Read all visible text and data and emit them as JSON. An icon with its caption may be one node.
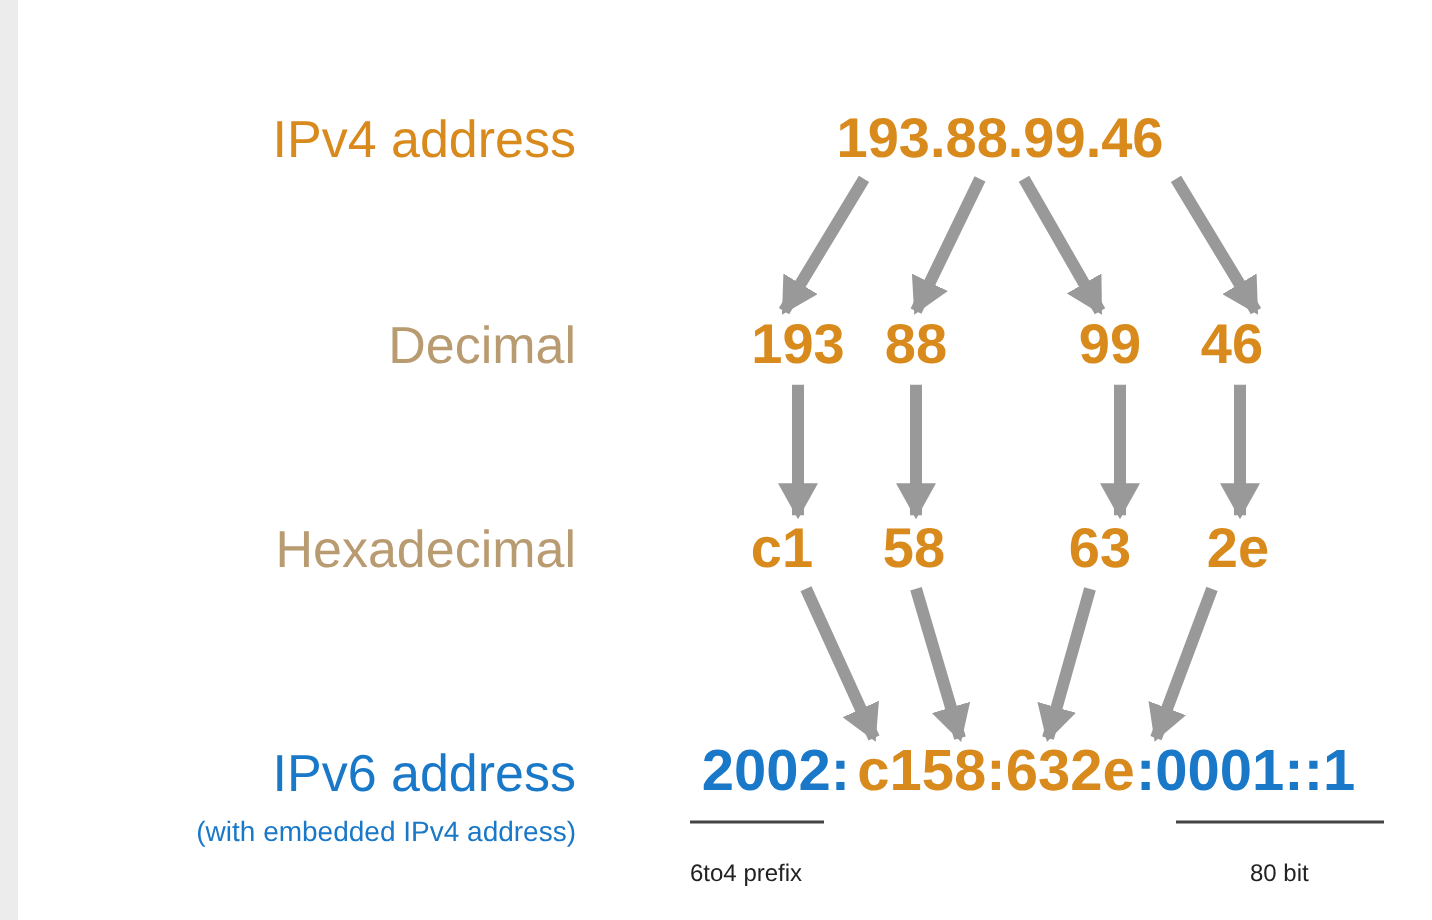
{
  "diagram": {
    "nodes": [
      {
        "text": [
          "193.88.99.46"
        ]
      },
      {
        "text": [
          "193"
        ]
      },
      {
        "text": [
          "88"
        ]
      },
      {
        "text": [
          "99"
        ]
      },
      {
        "text": [
          "46"
        ]
      },
      {
        "text": [
          "c1"
        ]
      },
      {
        "text": [
          "58"
        ]
      },
      {
        "text": [
          "63"
        ]
      },
      {
        "text": [
          "2e"
        ]
      },
      {
        "text": [
          "c158:632e"
        ]
      }
    ],
    "edges": [
      {
        "from": 0,
        "to": 1,
        "arrow": "to"
      },
      {
        "from": 0,
        "to": 2,
        "arrow": "to"
      },
      {
        "from": 0,
        "to": 3,
        "arrow": "to"
      },
      {
        "from": 0,
        "to": 4,
        "arrow": "to"
      },
      {
        "from": 1,
        "to": 5,
        "arrow": "to"
      },
      {
        "from": 2,
        "to": 6,
        "arrow": "to"
      },
      {
        "from": 3,
        "to": 7,
        "arrow": "to"
      },
      {
        "from": 4,
        "to": 8,
        "arrow": "to"
      },
      {
        "from": 5,
        "to": 9,
        "arrow": "to"
      },
      {
        "from": 6,
        "to": 9,
        "arrow": "to"
      },
      {
        "from": 7,
        "to": 9,
        "arrow": "to"
      },
      {
        "from": 8,
        "to": 9,
        "arrow": "to"
      }
    ],
    "labels": [
      "IPv4 address",
      "Decimal",
      "Hexadecimal",
      "IPv6 address",
      "2002:",
      ":0001::1",
      "(with embedded IPv4 address)",
      "6to4 prefix",
      "80 bit"
    ]
  }
}
